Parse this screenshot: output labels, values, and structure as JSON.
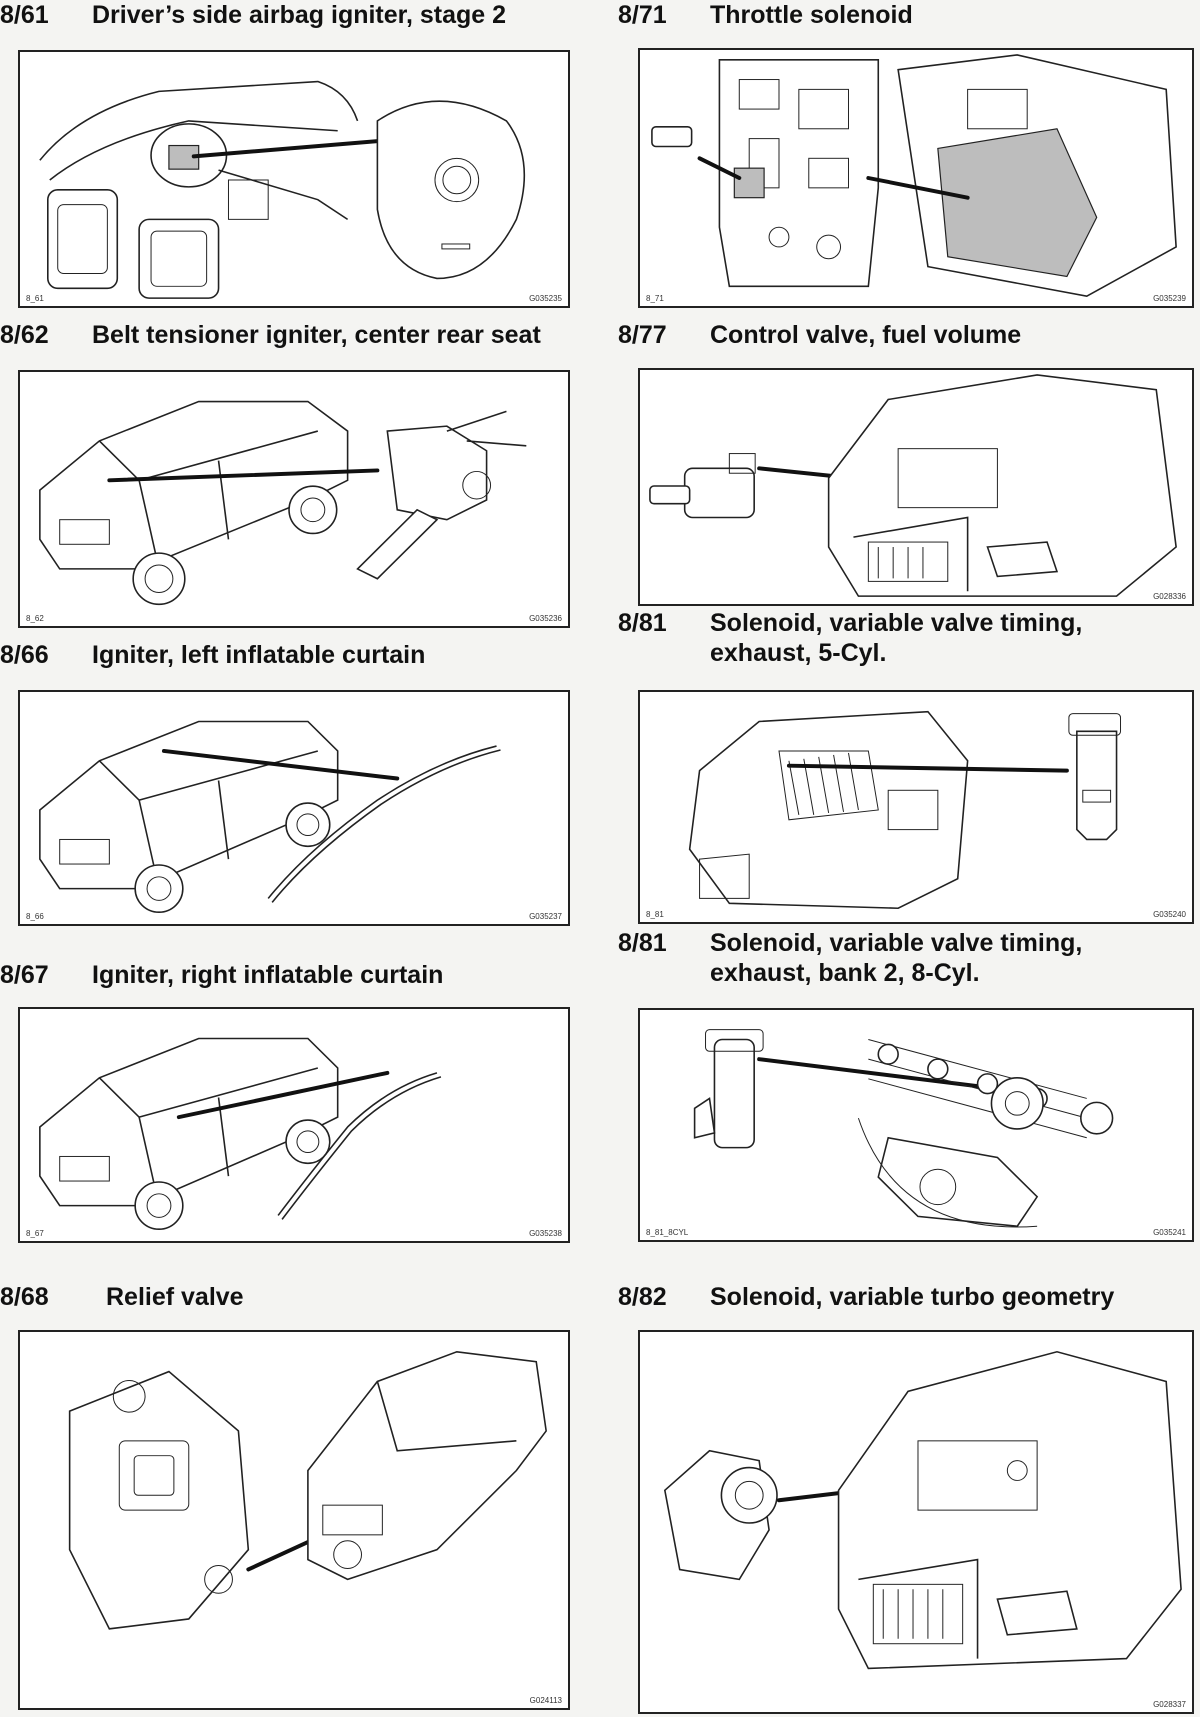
{
  "entries": {
    "e861": {
      "code": "8/61",
      "title": "Driver’s side airbag igniter, stage 2",
      "fig_id": "8_61",
      "fig_code": "G035235"
    },
    "e862": {
      "code": "8/62",
      "title": "Belt tensioner igniter, center rear seat",
      "fig_id": "8_62",
      "fig_code": "G035236"
    },
    "e866": {
      "code": "8/66",
      "title": "Igniter, left inflatable curtain",
      "fig_id": "8_66",
      "fig_code": "G035237"
    },
    "e867": {
      "code": "8/67",
      "title": "Igniter, right inflatable curtain",
      "fig_id": "8_67",
      "fig_code": "G035238"
    },
    "e868": {
      "code": "8/68",
      "title": "Relief valve",
      "fig_id": "",
      "fig_code": "G024113"
    },
    "e871": {
      "code": "8/71",
      "title": "Throttle solenoid",
      "fig_id": "8_71",
      "fig_code": "G035239"
    },
    "e877": {
      "code": "8/77",
      "title": "Control valve, fuel volume",
      "fig_id": "",
      "fig_code": "G028336"
    },
    "e881a": {
      "code": "8/81",
      "title_line1": "Solenoid, variable valve timing,",
      "title_line2": "exhaust, 5-Cyl.",
      "fig_id": "8_81",
      "fig_code": "G035240"
    },
    "e881b": {
      "code": "8/81",
      "title_line1": "Solenoid, variable valve timing,",
      "title_line2": "exhaust, bank 2, 8-Cyl.",
      "fig_id": "8_81_8CYL",
      "fig_code": "G035241"
    },
    "e882": {
      "code": "8/82",
      "title": "Solenoid, variable turbo geometry",
      "fig_id": "",
      "fig_code": "G028337"
    }
  }
}
